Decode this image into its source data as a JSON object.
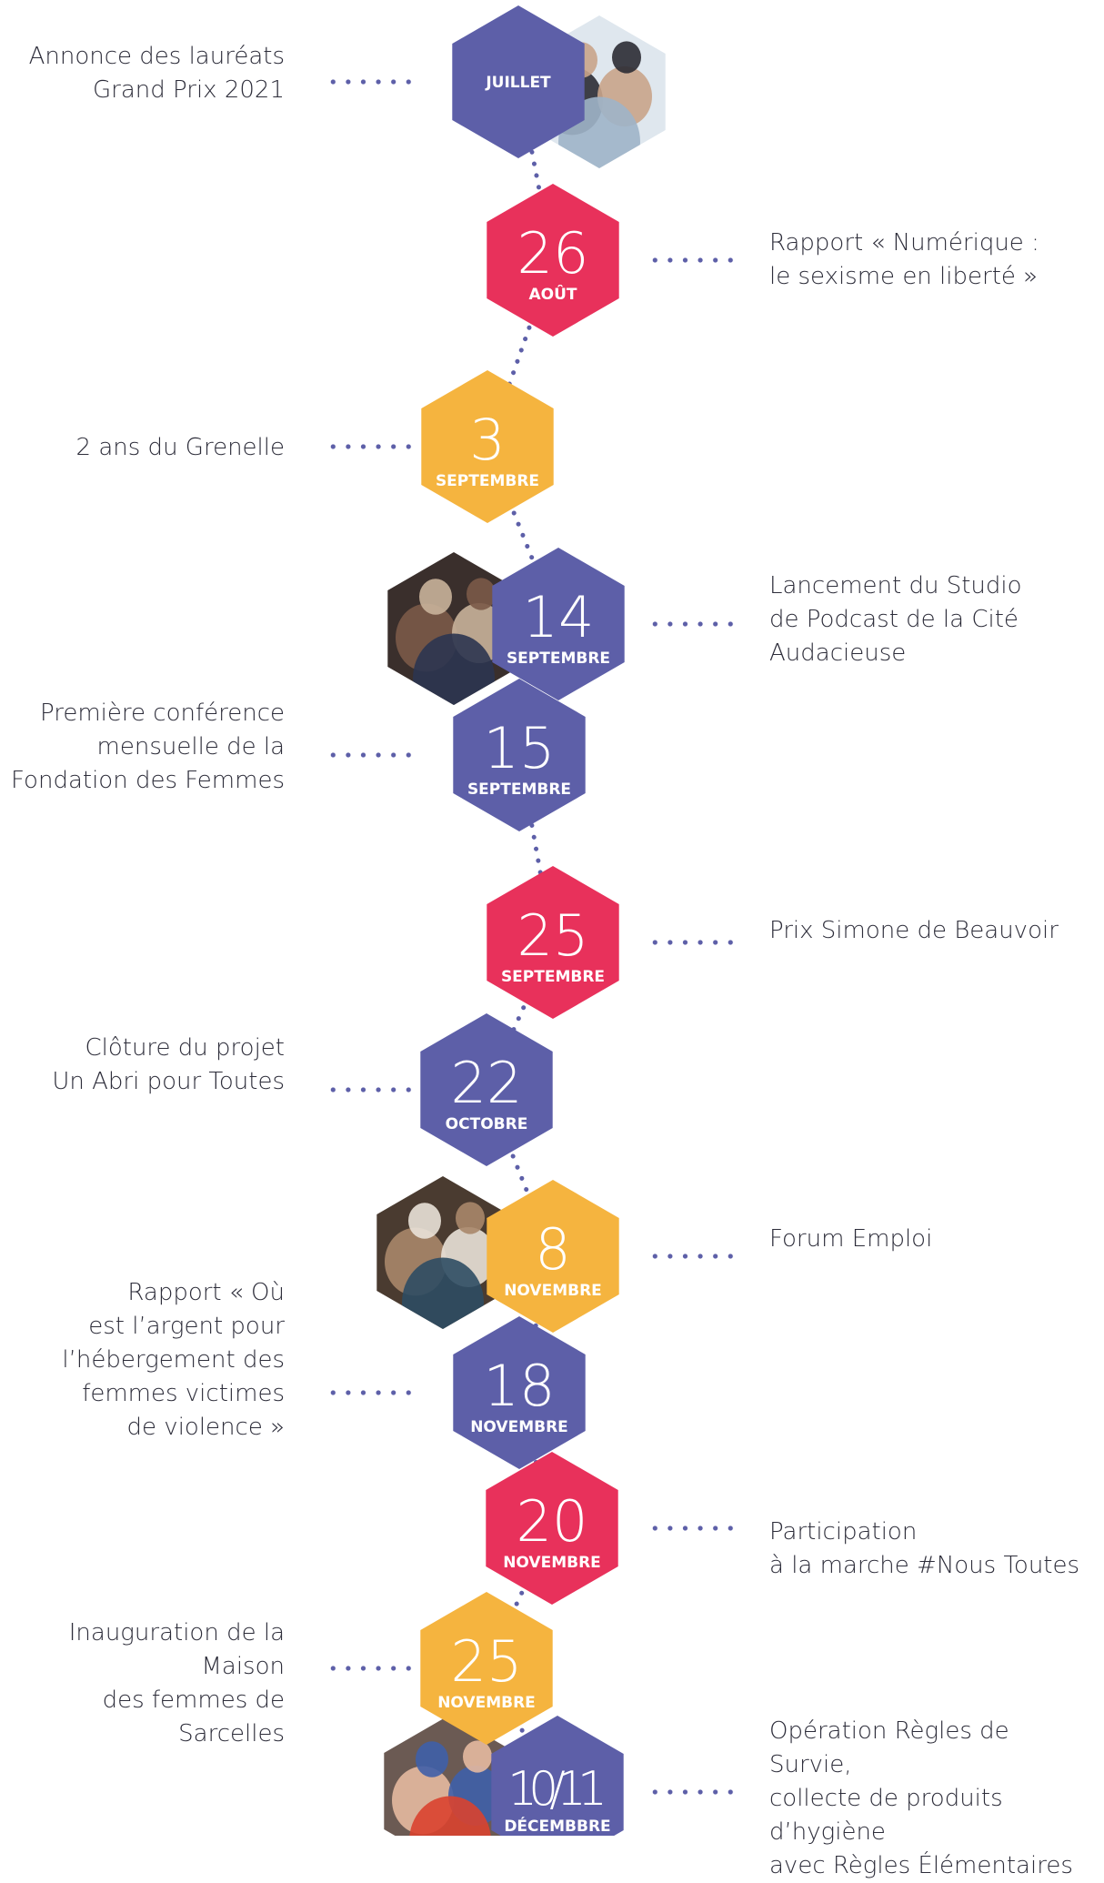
{
  "colors": {
    "purple": "#5d5fa8",
    "red": "#e8315b",
    "yellow": "#f5b43f",
    "connector": "#5d5fa8",
    "text": "#2d2d3a"
  },
  "events": [
    {
      "day": "",
      "month": "JUILLET",
      "color": "purple",
      "side": "left",
      "label": [
        "Annonce des lauréats",
        "Grand Prix 2021"
      ],
      "photo": "photo-two-women"
    },
    {
      "day": "26",
      "month": "AOÛT",
      "color": "red",
      "side": "right",
      "label": [
        "Rapport « Numérique :",
        "le sexisme en liberté »"
      ]
    },
    {
      "day": "3",
      "month": "SEPTEMBRE",
      "color": "yellow",
      "side": "left",
      "label": [
        "2 ans du Grenelle"
      ]
    },
    {
      "day": "14",
      "month": "SEPTEMBRE",
      "color": "purple",
      "side": "right",
      "label": [
        "Lancement du Studio",
        "de Podcast de la Cité",
        "Audacieuse"
      ],
      "photo": "photo-podcast-studio"
    },
    {
      "day": "15",
      "month": "SEPTEMBRE",
      "color": "purple",
      "side": "left",
      "label": [
        "Première conférence",
        "mensuelle de la",
        "Fondation des Femmes"
      ]
    },
    {
      "day": "25",
      "month": "SEPTEMBRE",
      "color": "red",
      "side": "right",
      "label": [
        "Prix Simone de Beauvoir"
      ]
    },
    {
      "day": "22",
      "month": "OCTOBRE",
      "color": "purple",
      "side": "left",
      "label": [
        "Clôture du projet",
        "Un Abri pour Toutes"
      ]
    },
    {
      "day": "8",
      "month": "NOVEMBRE",
      "color": "yellow",
      "side": "right",
      "label": [
        "Forum Emploi"
      ],
      "photo": "photo-job-forum"
    },
    {
      "day": "18",
      "month": "NOVEMBRE",
      "color": "purple",
      "side": "left",
      "label": [
        "Rapport « Où",
        "est l’argent pour",
        "l’hébergement des",
        "femmes victimes",
        "de violence »"
      ]
    },
    {
      "day": "20",
      "month": "NOVEMBRE",
      "color": "red",
      "side": "right",
      "label": [
        "Participation",
        "à la marche #Nous Toutes"
      ]
    },
    {
      "day": "25",
      "month": "NOVEMBRE",
      "color": "yellow",
      "side": "left",
      "label": [
        "Inauguration de la Maison",
        "des femmes de Sarcelles"
      ]
    },
    {
      "day": "10/11",
      "month": "DÉCEMBBRE",
      "color": "purple",
      "side": "right",
      "label": [
        "Opération Règles de Survie,",
        "collecte de produits d’hygiène",
        "avec Règles Élémentaires"
      ],
      "photo": "photo-hygiene-products"
    }
  ]
}
